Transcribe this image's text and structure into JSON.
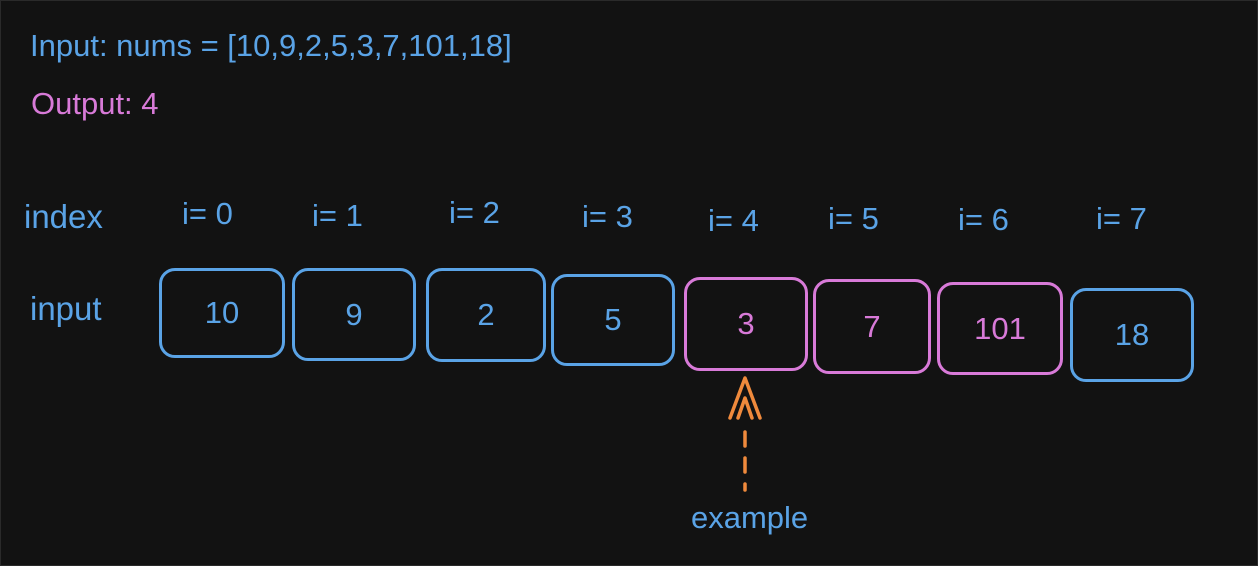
{
  "colors": {
    "blue": "#5aa3e6",
    "pink": "#d87ad8",
    "orange": "#f08a3c"
  },
  "header": {
    "input_line": "Input: nums = [10,9,2,5,3,7,101,18]",
    "output_line": "Output: 4"
  },
  "labels": {
    "index": "index",
    "input": "input",
    "example": "example"
  },
  "indices": [
    "i= 0",
    "i= 1",
    "i= 2",
    "i= 3",
    "i= 4",
    "i= 5",
    "i= 6",
    "i= 7"
  ],
  "values": [
    "10",
    "9",
    "2",
    "5",
    "3",
    "7",
    "101",
    "18"
  ],
  "highlighted": [
    false,
    false,
    false,
    false,
    true,
    true,
    true,
    false
  ],
  "example_pointer_index": 4
}
